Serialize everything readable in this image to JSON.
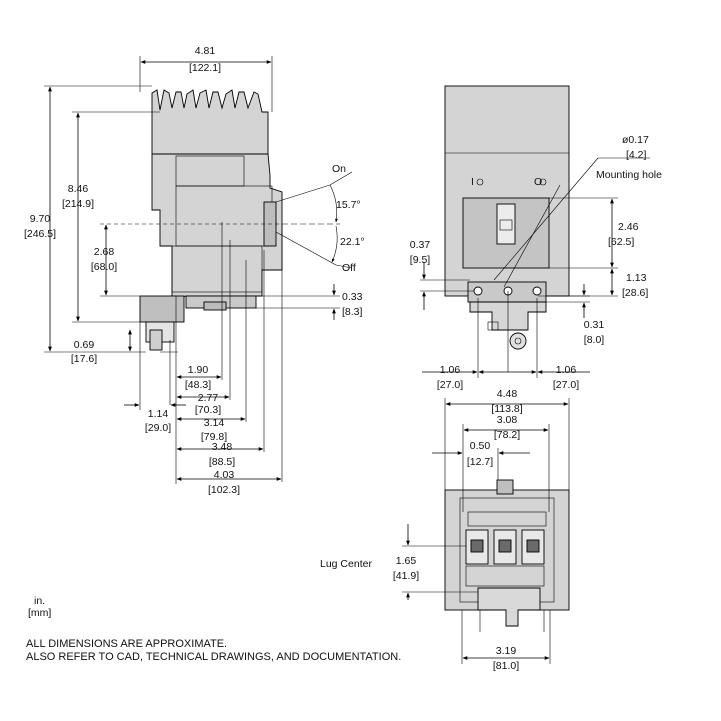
{
  "colors": {
    "body_gray": "#d4d4d4",
    "dark_gray": "#b8b8b8",
    "light_gray": "#e4e4e4",
    "line": "#000000"
  },
  "side_view": {
    "overall_width": {
      "in": "4.81",
      "mm": "[122.1]"
    },
    "overall_height": {
      "in": "9.70",
      "mm": "[246.5]"
    },
    "upper_height": {
      "in": "8.46",
      "mm": "[214.9]"
    },
    "handle_height": {
      "in": "2.68",
      "mm": "[68.0]"
    },
    "bottom_offset": {
      "in": "0.69",
      "mm": "[17.6]"
    },
    "handle_on_angle": "15.7°",
    "handle_off_angle": "22.1°",
    "on_label": "On",
    "off_label": "Off",
    "base_step": {
      "in": "0.33",
      "mm": "[8.3]"
    },
    "depth_1": {
      "in": "1.90",
      "mm": "[48.3]"
    },
    "depth_2": {
      "in": "2.77",
      "mm": "[70.3]"
    },
    "depth_3": {
      "in": "3.14",
      "mm": "[79.8]"
    },
    "depth_4": {
      "in": "3.48",
      "mm": "[88.5]"
    },
    "depth_5": {
      "in": "4.03",
      "mm": "[102.3]"
    },
    "depth_left": {
      "in": "1.14",
      "mm": "[29.0]"
    }
  },
  "front_view": {
    "hole_diameter": {
      "in": "ø0.17",
      "mm": "[4.2]"
    },
    "mounting_hole_label": "Mounting hole",
    "handle_to_hole": {
      "in": "2.46",
      "mm": "[62.5]"
    },
    "hole_to_base": {
      "in": "1.13",
      "mm": "[28.6]"
    },
    "top_offset": {
      "in": "0.37",
      "mm": "[9.5]"
    },
    "hole_vertical": {
      "in": "0.31",
      "mm": "[8.0]"
    },
    "left_pitch": {
      "in": "1.06",
      "mm": "[27.0]"
    },
    "right_pitch": {
      "in": "1.06",
      "mm": "[27.0]"
    },
    "marking_on": "I",
    "marking_off": "O"
  },
  "bottom_view": {
    "overall_width": {
      "in": "4.48",
      "mm": "[113.8]"
    },
    "lug_span": {
      "in": "3.08",
      "mm": "[78.2]"
    },
    "lug_offset": {
      "in": "0.50",
      "mm": "[12.7]"
    },
    "lug_center_label": "Lug Center",
    "lug_center": {
      "in": "1.65",
      "mm": "[41.9]"
    },
    "base_width": {
      "in": "3.19",
      "mm": "[81.0]"
    }
  },
  "units": {
    "in": "in.",
    "mm": "[mm]"
  },
  "notes": [
    "ALL DIMENSIONS ARE APPROXIMATE.",
    "ALSO REFER TO CAD, TECHNICAL DRAWINGS, AND DOCUMENTATION."
  ]
}
